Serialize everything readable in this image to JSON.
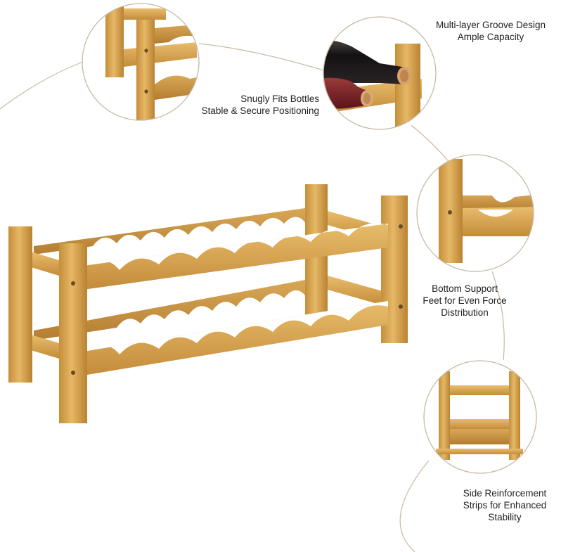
{
  "callouts": {
    "snug": {
      "line1": "Snugly Fits Bottles",
      "line2": "Stable & Secure Positioning"
    },
    "groove": {
      "line1": "Multi-layer Groove Design",
      "line2": "Ample Capacity"
    },
    "feet": {
      "line1": "Bottom Support",
      "line2": "Feet for Even Force",
      "line3": "Distribution"
    },
    "side": {
      "line1": "Side Reinforcement",
      "line2": "Strips for Enhanced",
      "line3": "Stability"
    }
  },
  "colors": {
    "bamboo_light": "#e3b363",
    "bamboo_mid": "#cf9a44",
    "bamboo_dark": "#a8742a",
    "bottle_dark": "#1e1a1c",
    "bottle_wine": "#6b1e22",
    "cork": "#d9a877",
    "outline": "#c7b8a6",
    "text": "#1f1f1f"
  }
}
